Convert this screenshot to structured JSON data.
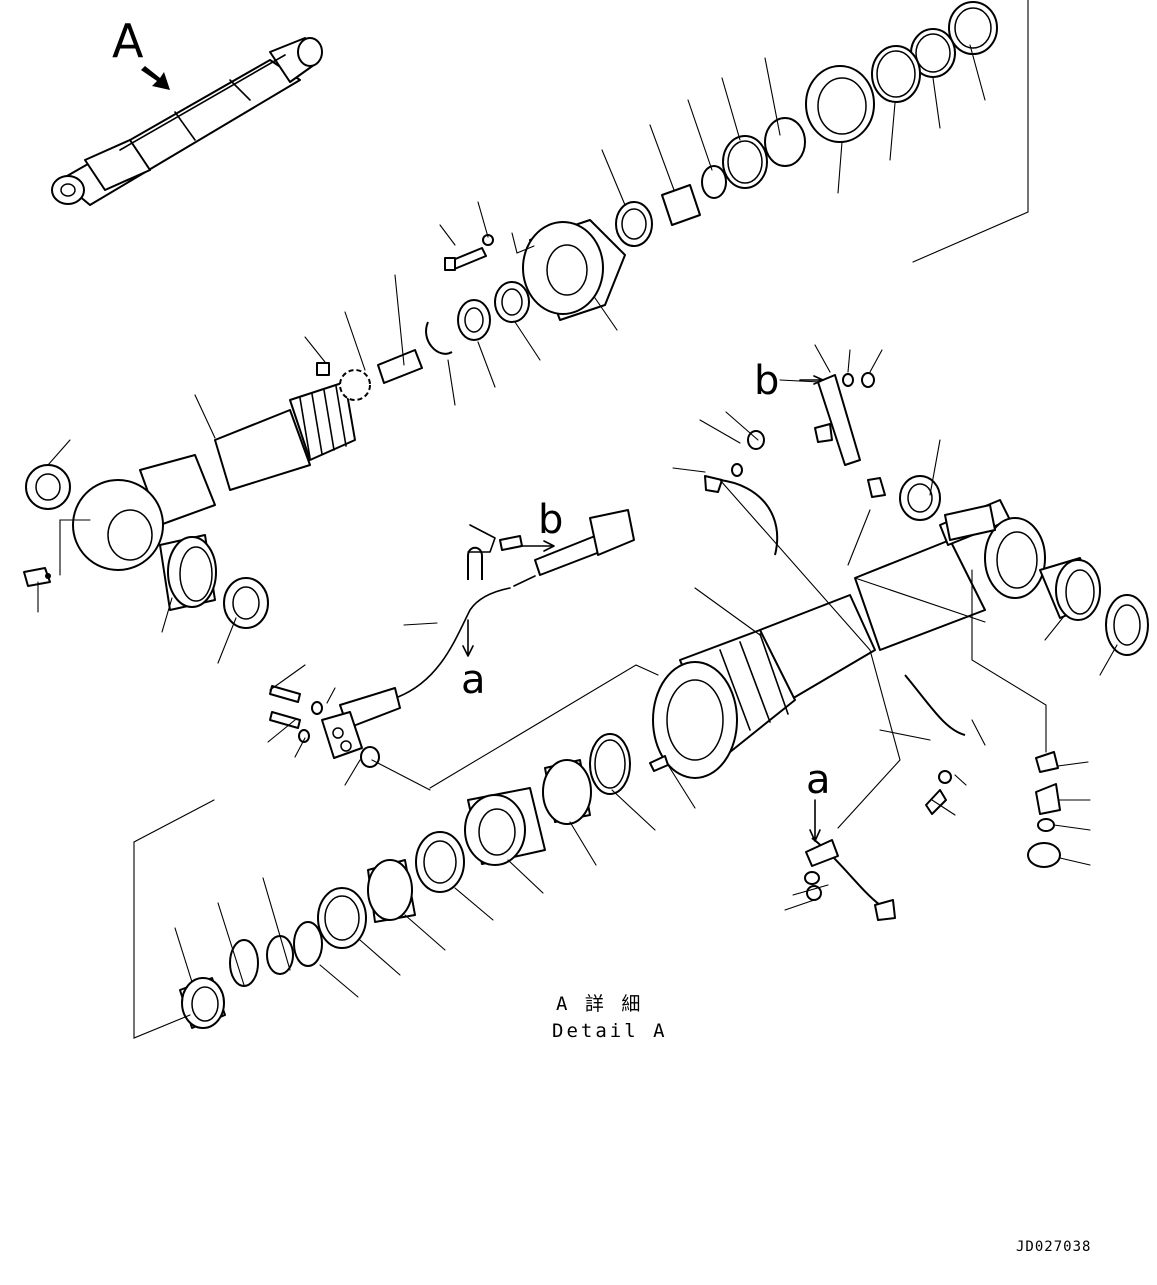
{
  "view_label": "A",
  "refs": {
    "a": "a",
    "b": "b"
  },
  "caption": {
    "jp": "A 詳 細",
    "en": "Detail A"
  },
  "drawing_code": "JD027038",
  "colors": {
    "ink": "#000000",
    "paper": "#ffffff"
  }
}
